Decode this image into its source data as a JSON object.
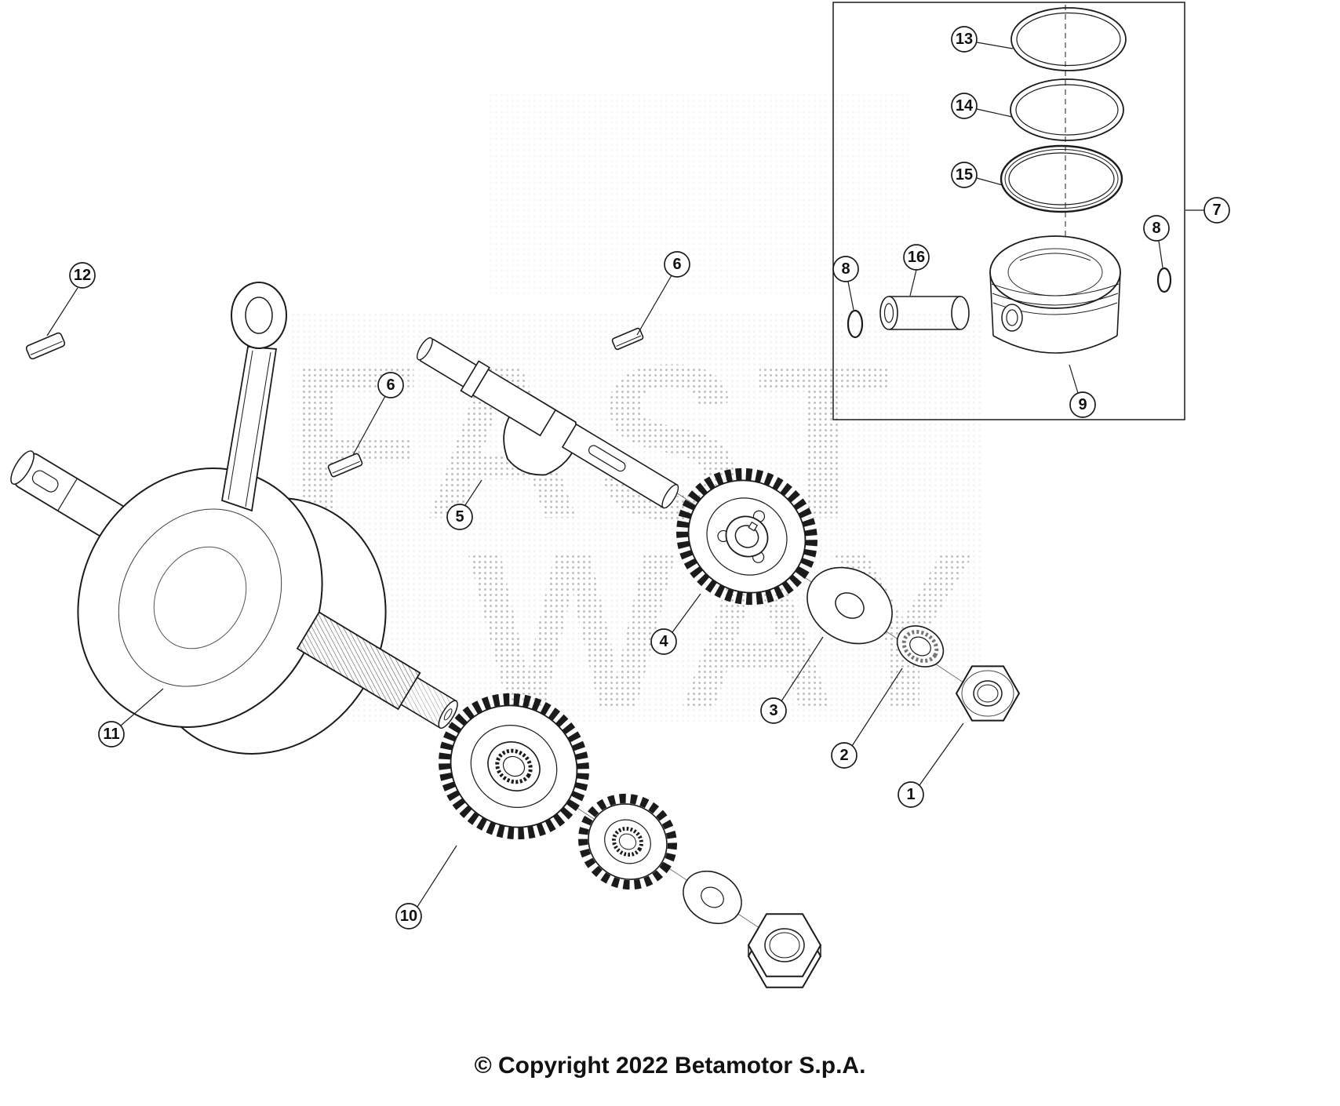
{
  "diagram": {
    "watermark": {
      "line1": "FAST",
      "line2": "WAY"
    },
    "copyright": "© Copyright 2022 Betamotor S.p.A.",
    "callouts": {
      "c1": "1",
      "c2": "2",
      "c3": "3",
      "c4": "4",
      "c5": "5",
      "c6a": "6",
      "c6b": "6",
      "c7": "7",
      "c8a": "8",
      "c8b": "8",
      "c9": "9",
      "c10": "10",
      "c11": "11",
      "c12": "12",
      "c13": "13",
      "c14": "14",
      "c15": "15",
      "c16": "16"
    }
  }
}
